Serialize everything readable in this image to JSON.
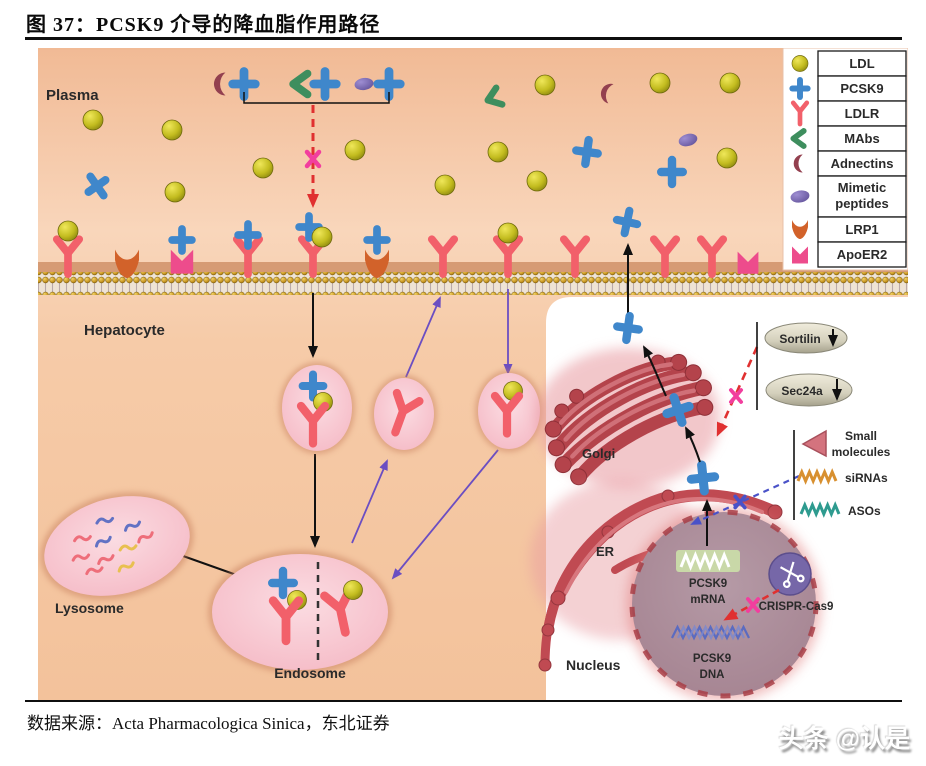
{
  "figure": {
    "number_title": "图 37：PCSK9 介导的降血脂作用路径",
    "source": "数据来源：Acta Pharmacologica Sinica，东北证券",
    "watermark": "头条 @认是"
  },
  "legend": {
    "items": [
      {
        "icon": "ldl-icon",
        "label": "LDL"
      },
      {
        "icon": "pcsk9-icon",
        "label": "PCSK9"
      },
      {
        "icon": "ldlr-icon",
        "label": "LDLR"
      },
      {
        "icon": "mabs-icon",
        "label": "MAbs"
      },
      {
        "icon": "adnectins-icon",
        "label": "Adnectins"
      },
      {
        "icon": "mimetic-peptides-icon",
        "label": "Mimetic peptides",
        "label_line1": "Mimetic",
        "label_line2": "peptides"
      },
      {
        "icon": "lrp1-icon",
        "label": "LRP1"
      },
      {
        "icon": "apoer2-icon",
        "label": "ApoER2"
      }
    ]
  },
  "therapy_legend": {
    "small_molecules_line1": "Small",
    "small_molecules_line2": "molecules",
    "sirnas": "siRNAs",
    "asos": "ASOs"
  },
  "labels": {
    "plasma": "Plasma",
    "hepatocyte": "Hepatocyte",
    "lysosome": "Lysosome",
    "endosome": "Endosome",
    "golgi": "Golgi",
    "er": "ER",
    "nucleus": "Nucleus",
    "sortilin": "Sortilin",
    "sec24a": "Sec24a",
    "crispr": "CRISPR-Cas9",
    "mrna_line1": "PCSK9",
    "mrna_line2": "mRNA",
    "dna_line1": "PCSK9",
    "dna_line2": "DNA"
  },
  "colors": {
    "pcsk9_blue": "#3F87CB",
    "ldlr_pink": "#F2606A",
    "ldl_yellow": "#C3BC1F",
    "mabs_green": "#3E8E5E",
    "adnectin_maroon": "#93404F",
    "mimetic_purple": "#7F6BB5",
    "lrp1_orange": "#D2622A",
    "apoer2_magenta": "#ED4C8C",
    "inhibit_red": "#E03030",
    "block_pink": "#F23E9E",
    "recycle_purple": "#6B4EC2",
    "sirna_orange": "#D89030",
    "aso_teal": "#2E9B8F",
    "membrane_gold": "#C79420",
    "cytoplasm_peach": "#F6CBA8"
  }
}
